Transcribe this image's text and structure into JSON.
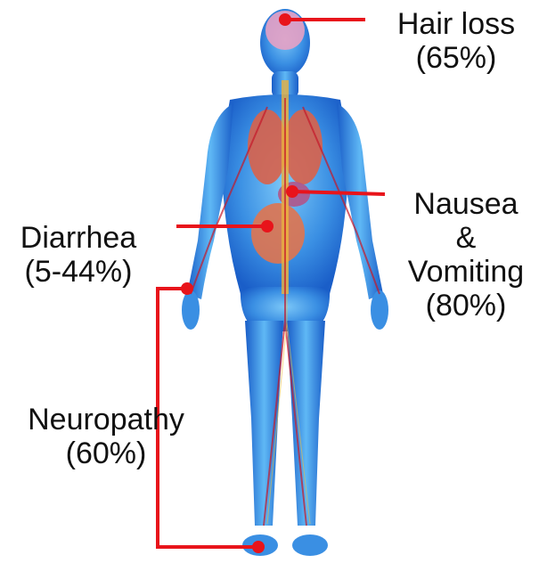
{
  "callouts": [
    {
      "key": "hair",
      "name": "Hair loss",
      "value": "(65%)"
    },
    {
      "key": "nausea",
      "name": "Nausea",
      "amp": "&",
      "name2": "Vomiting",
      "value": "(80%)"
    },
    {
      "key": "diarrhea",
      "name": "Diarrhea",
      "value": "(5-44%)"
    },
    {
      "key": "neuropathy",
      "name": "Neuropathy",
      "value": "(60%)"
    }
  ],
  "colors": {
    "callout": "#e8141b",
    "body_outer": "#1f6fd6",
    "body_inner": "#5fb8f5",
    "brain": "#e7a1c4",
    "organs": "#d9624a",
    "vessels": "#c5182a"
  }
}
